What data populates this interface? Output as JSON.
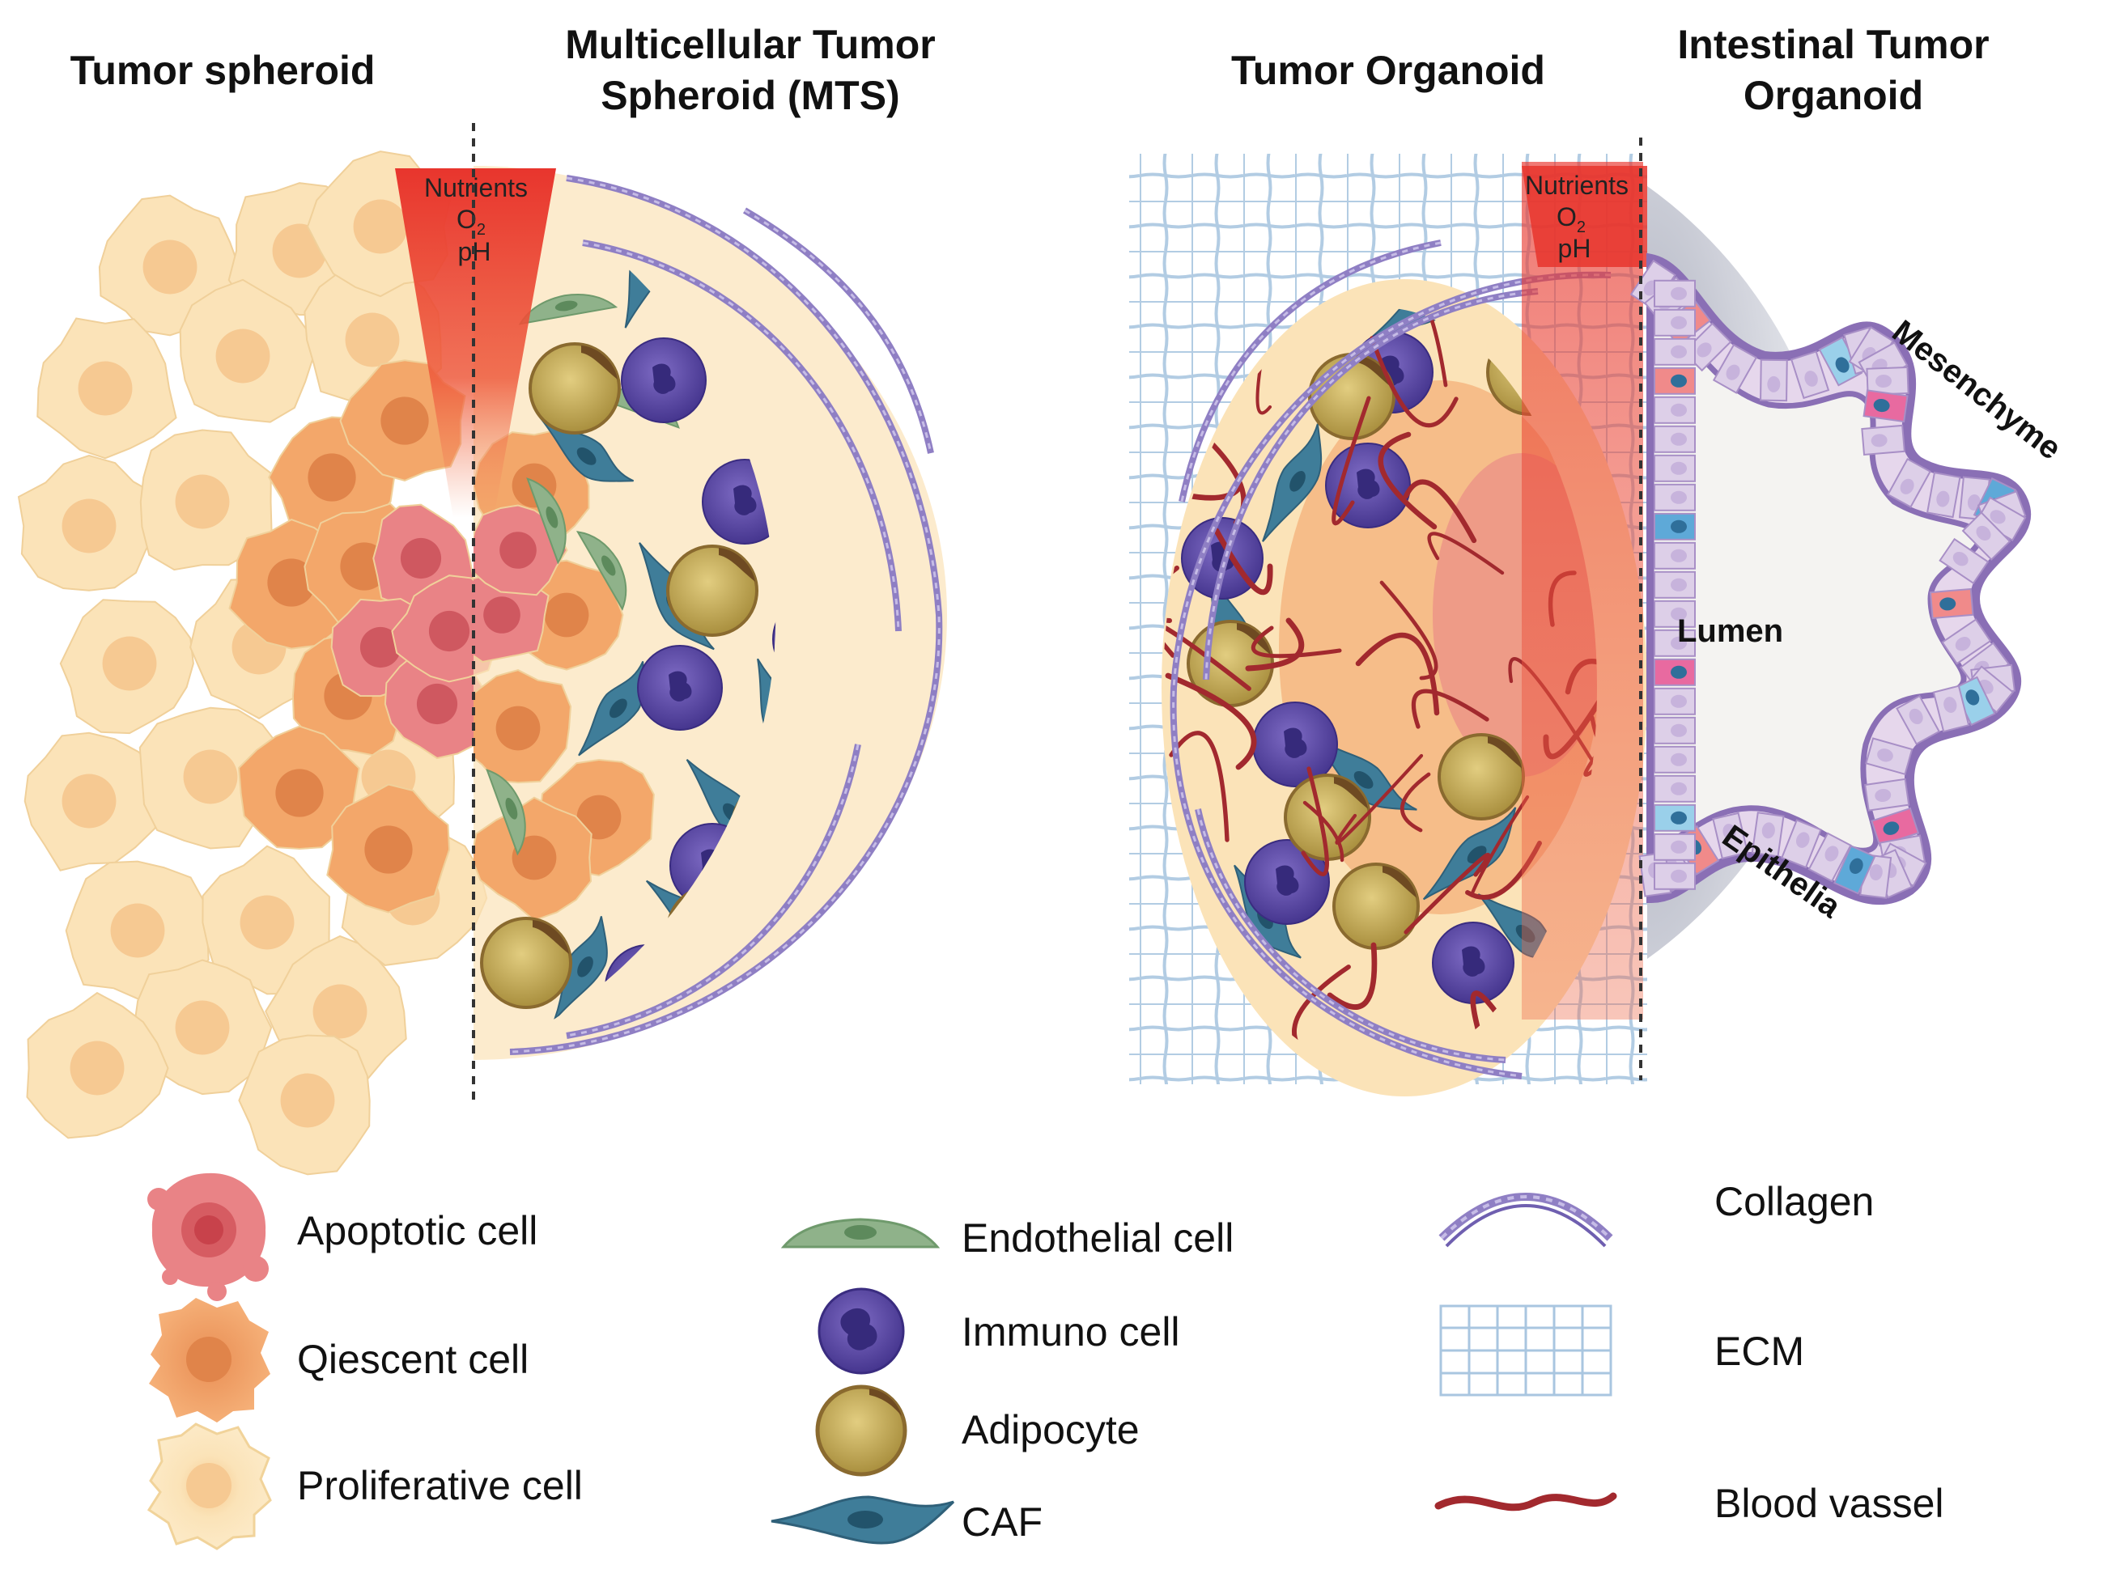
{
  "titles": {
    "tumor_spheroid": "Tumor spheroid",
    "mts_line1": "Multicellular Tumor",
    "mts_line2": "Spheroid (MTS)",
    "tumor_organoid": "Tumor Organoid",
    "intestinal_line1": "Intestinal Tumor",
    "intestinal_line2": "Organoid"
  },
  "gradient_labels": {
    "nutrients": "Nutrients",
    "o2": "O",
    "o2_sub": "2",
    "ph": "pH"
  },
  "organoid_labels": {
    "mesenchyme": "Mesenchyme",
    "lumen": "Lumen",
    "epithelia": "Epithelia"
  },
  "legend": {
    "apoptotic": "Apoptotic cell",
    "quiescent": "Qiescent cell",
    "proliferative": "Proliferative cell",
    "endothelial": "Endothelial cell",
    "immuno": "Immuno cell",
    "adipocyte": "Adipocyte",
    "caf": "CAF",
    "collagen": "Collagen",
    "ecm": "ECM",
    "blood_vessel": "Blood vassel"
  },
  "colors": {
    "proliferative": "#fbe7c0",
    "quiescent": "#f3a76a",
    "apoptotic": "#e98386",
    "endothelial": "#8fb28a",
    "immuno": "#5c4aa8",
    "adipocyte": "#c9b262",
    "caf": "#3f7d99",
    "collagen": "#8f7fc4",
    "ecm": "#a9c6e0",
    "blood_vessel": "#a2292e",
    "gradient": "#e8352d"
  },
  "icons": {
    "apoptotic": "apoptotic-cell-icon",
    "quiescent": "quiescent-cell-icon",
    "proliferative": "proliferative-cell-icon",
    "endothelial": "endothelial-cell-icon",
    "immuno": "immuno-cell-icon",
    "adipocyte": "adipocyte-icon",
    "caf": "caf-icon",
    "collagen": "collagen-icon",
    "ecm": "ecm-icon",
    "blood_vessel": "blood-vessel-icon"
  }
}
